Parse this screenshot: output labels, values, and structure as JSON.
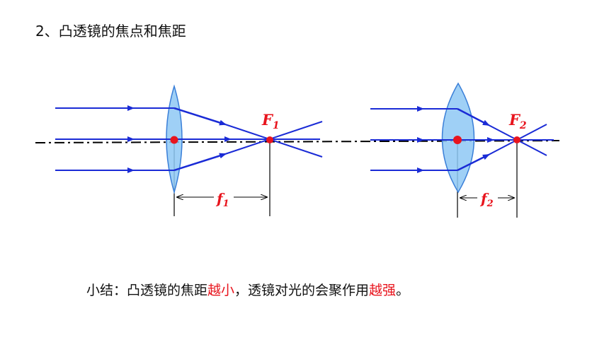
{
  "title": "2、凸透镜的焦点和焦距",
  "diagrams": [
    {
      "focus_label": "F",
      "focus_sub": "1",
      "length_label": "f",
      "length_sub": "1"
    },
    {
      "focus_label": "F",
      "focus_sub": "2",
      "length_label": "f",
      "length_sub": "2"
    }
  ],
  "summary": {
    "part1": "小结：凸透镜的焦距",
    "hl1": "越小",
    "part2": "，透镜对光的会聚作用",
    "hl2": "越强",
    "part3": "。"
  },
  "colors": {
    "ray": "#1a2bd6",
    "lens_fill": "#8ec8f4",
    "lens_stroke": "#3a7fd8",
    "focus": "#e8141d",
    "axis": "#000000"
  }
}
